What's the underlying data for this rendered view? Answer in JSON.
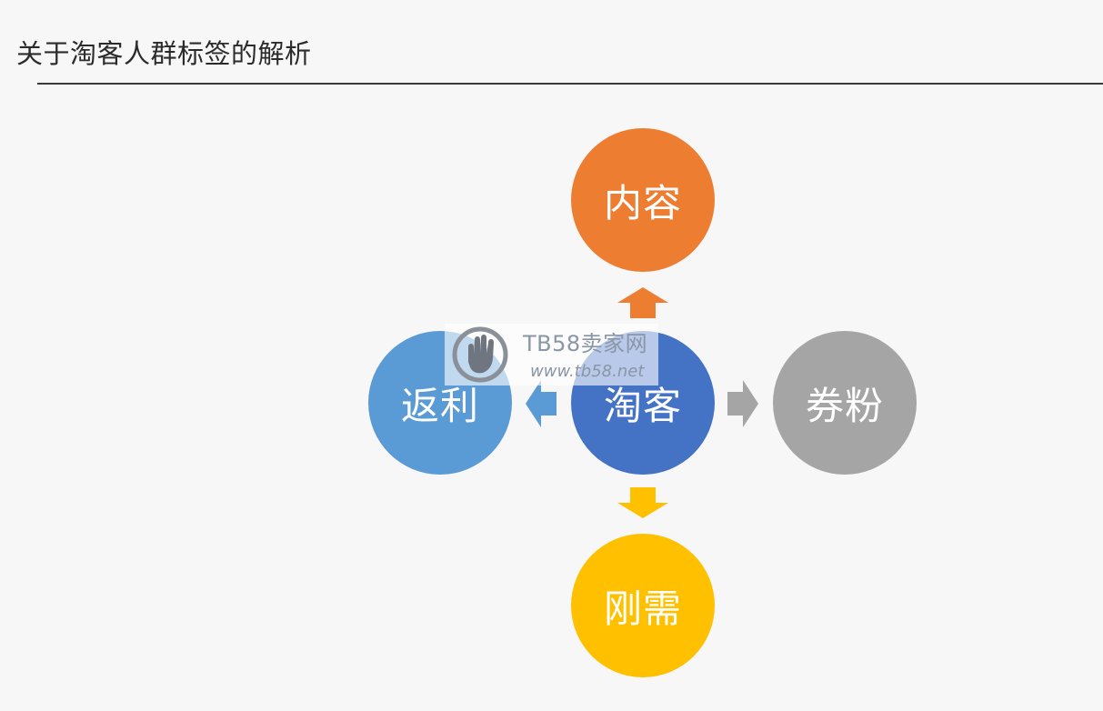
{
  "title": "关于淘客人群标签的解析",
  "diagram": {
    "center": {
      "label": "淘客",
      "color": "#4472c4"
    },
    "top": {
      "label": "内容",
      "color": "#ed7d31"
    },
    "left": {
      "label": "返利",
      "color": "#5b9bd5"
    },
    "right": {
      "label": "券粉",
      "color": "#a5a5a5"
    },
    "bottom": {
      "label": "刚需",
      "color": "#ffc000"
    }
  },
  "watermark": {
    "brand": "TB58卖家网",
    "url": "www.tb58.net"
  }
}
